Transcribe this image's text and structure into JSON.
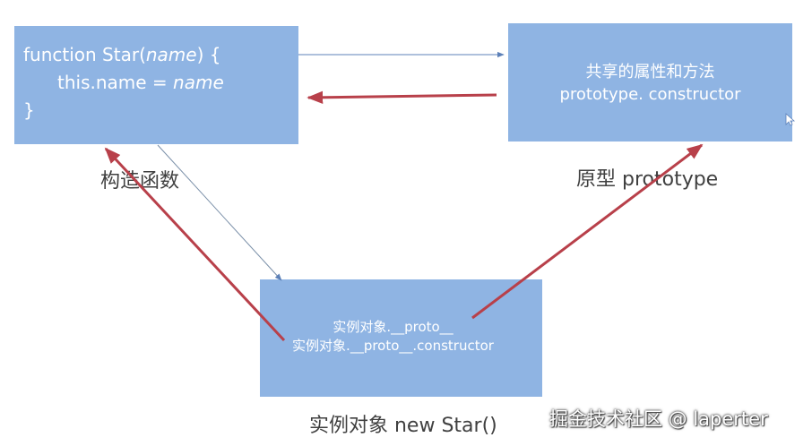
{
  "constructor_box": {
    "line1_prefix": "function Star(",
    "line1_param": "name",
    "line1_suffix": ") {",
    "line2_prefix": "this.name = ",
    "line2_value": "name",
    "line3": "}"
  },
  "prototype_box": {
    "line1": "共享的属性和方法",
    "line2": "prototype. constructor"
  },
  "instance_box": {
    "line1": "实例对象.__proto__",
    "line2": "实例对象.__proto__.constructor"
  },
  "captions": {
    "constructor": "构造函数",
    "prototype": "原型 prototype",
    "instance": "实例对象 new Star()"
  },
  "watermark": "掘金技术社区 @ laperter",
  "colors": {
    "box_fill": "#8fb4e3",
    "red_arrow": "#b8404a",
    "blue_arrow": "#5c80b8",
    "caption_text": "#404040"
  }
}
